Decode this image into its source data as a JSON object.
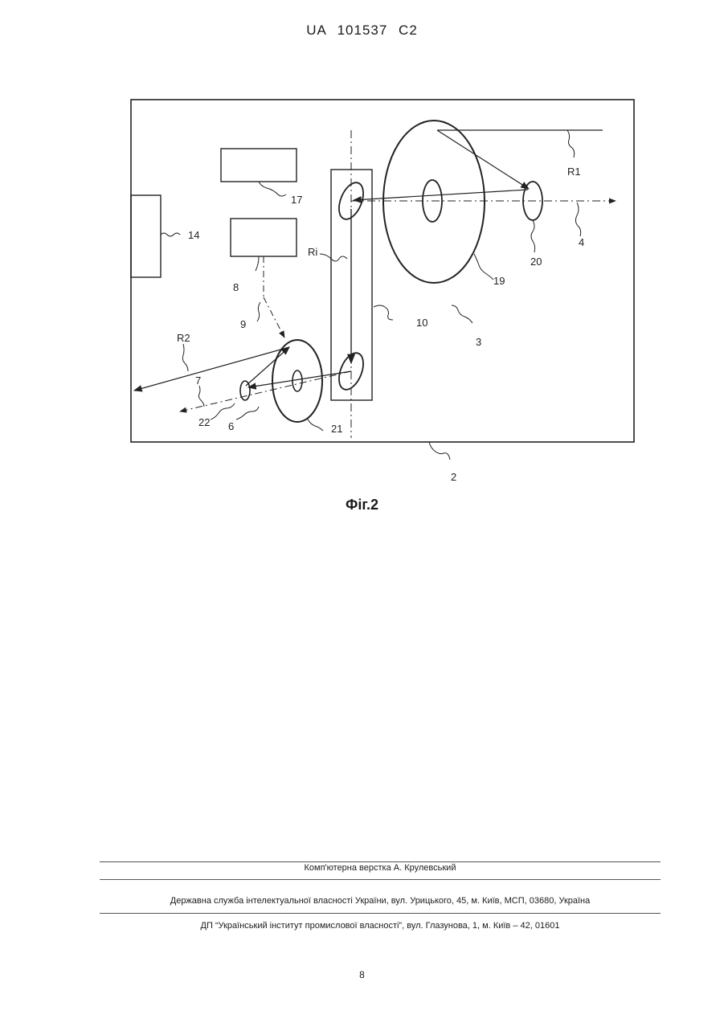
{
  "header": {
    "patent_number": "UA   101537   C2"
  },
  "figure": {
    "caption": "Фіг.2",
    "labels": {
      "r1": "R1",
      "r2": "R2",
      "ri": "Ri",
      "n2": "2",
      "n3": "3",
      "n4": "4",
      "n6": "6",
      "n7": "7",
      "n8": "8",
      "n9": "9",
      "n10": "10",
      "n14": "14",
      "n17": "17",
      "n19": "19",
      "n20": "20",
      "n21": "21",
      "n22": "22"
    }
  },
  "footer": {
    "typesetting": "Комп'ютерна верстка А. Крулевський",
    "agency": "Державна служба інтелектуальної власності України, вул. Урицького, 45, м. Київ, МСП, 03680, Україна",
    "institute": "ДП “Український інститут промислової власності”, вул. Глазунова, 1, м. Київ – 42, 01601"
  },
  "page_number": "8"
}
